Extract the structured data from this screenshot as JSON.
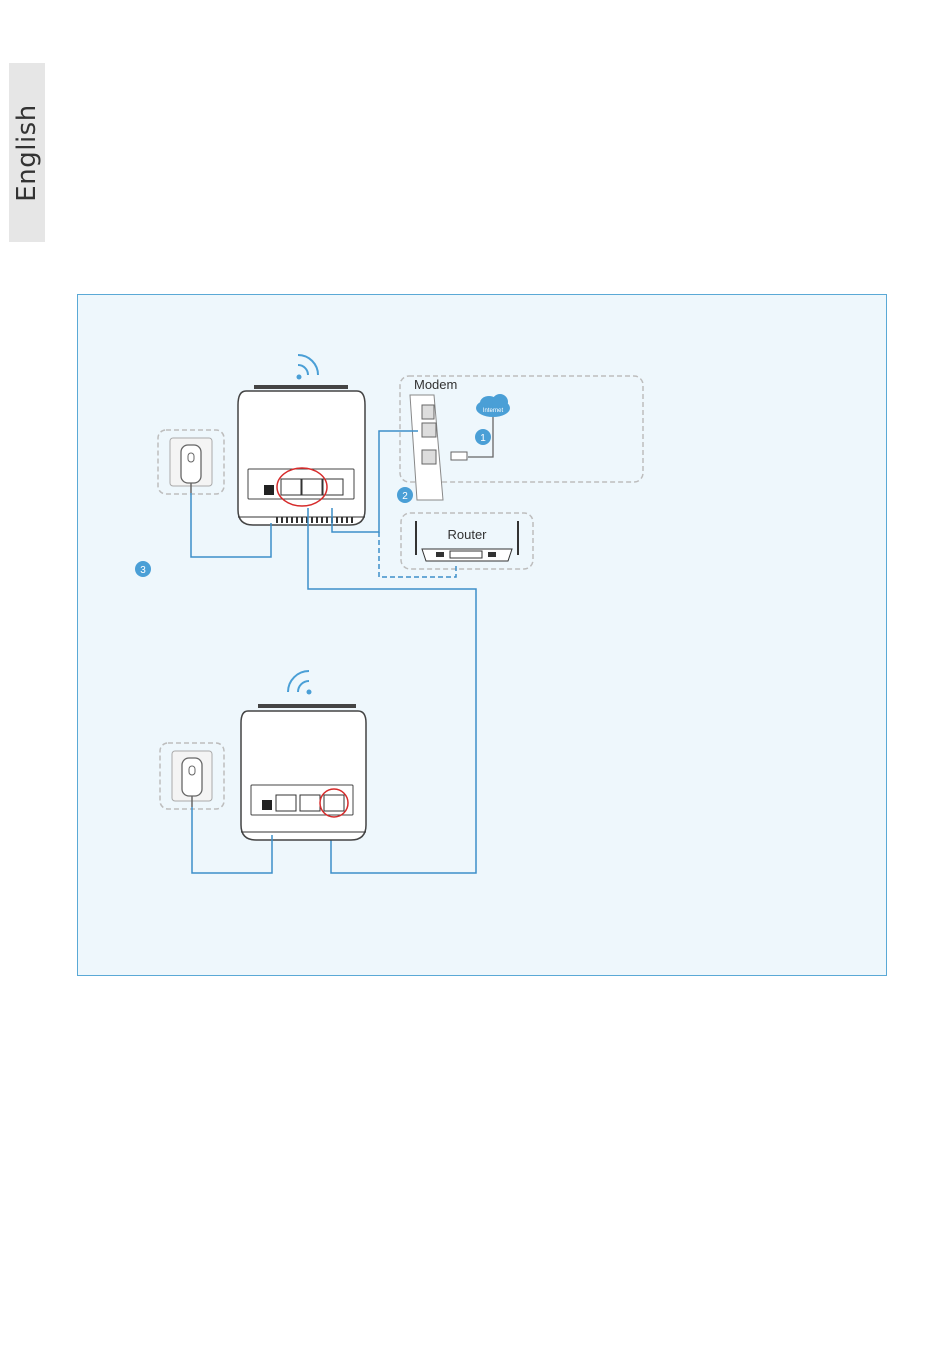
{
  "sidebar": {
    "language_label": "English"
  },
  "diagram": {
    "modem_label": "Modem",
    "router_label": "Router",
    "internet_label": "Internet",
    "steps": [
      "1",
      "2",
      "3"
    ]
  },
  "colors": {
    "cable": "#3d8fc9",
    "badge": "#4a9fd6",
    "highlight": "#d62b2b",
    "dashed_box": "#bdbdbd",
    "panel_bg": "#eef7fc"
  },
  "icons": [
    "wifi-icon",
    "power-adapter-icon",
    "internet-cloud-icon",
    "ethernet-port-icon"
  ]
}
